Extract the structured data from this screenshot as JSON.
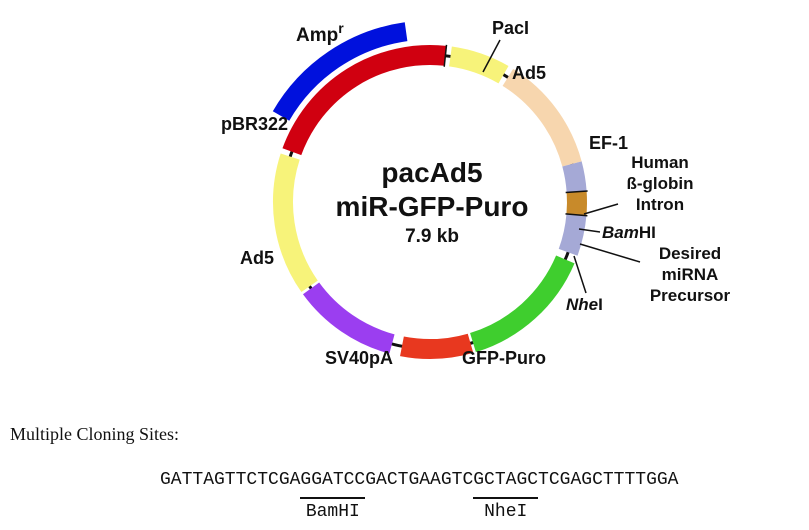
{
  "plasmid": {
    "name_line1": "pacAd5",
    "name_line2": "miR-GFP-Puro",
    "size": "7.9 kb",
    "segments": [
      {
        "name": "Ad5 (3')",
        "start": 8,
        "end": 30,
        "color": "#f7f37a"
      },
      {
        "name": "EF-1",
        "start": 32,
        "end": 75,
        "color": "#f7d6ae"
      },
      {
        "name": "Human β-globin Intron",
        "start": 75,
        "end": 86,
        "color": "#a5a9d6"
      },
      {
        "name": "Desired miRNA Precursor",
        "start": 86,
        "end": 95,
        "color": "#c88a2a"
      },
      {
        "name": "Intron (3')",
        "start": 95,
        "end": 110,
        "color": "#a5a9d6"
      },
      {
        "name": "GFP-Puro",
        "start": 113,
        "end": 163,
        "color": "#3fce2e"
      },
      {
        "name": "Red segment",
        "start": 164,
        "end": 191,
        "color": "#e8381f"
      },
      {
        "name": "SV40pA",
        "start": 195,
        "end": 234,
        "color": "#9b3ef0"
      },
      {
        "name": "Ad5 (5')",
        "start": 235,
        "end": 288,
        "color": "#f7f37a"
      },
      {
        "name": "pBR322",
        "start": 290,
        "end": 366,
        "color": "#d00010"
      }
    ],
    "ampr_arc": {
      "start": 300,
      "end": 352,
      "color": "#0011dd"
    },
    "labels": {
      "ampr_main": "Amp",
      "ampr_sup": "r",
      "paci": "PacI",
      "ad5_top": "Ad5",
      "ef1": "EF-1",
      "intron_1": "Human",
      "intron_2": "ß-globin",
      "intron_3": "Intron",
      "bamhi_italic": "Bam",
      "bamhi_rest": "HI",
      "mirna_1": "Desired",
      "mirna_2": "miRNA",
      "mirna_3": "Precursor",
      "nhei_italic": "Nhe",
      "nhei_rest": "I",
      "gfp": "GFP-Puro",
      "sv40": "SV40pA",
      "ad5_left": "Ad5",
      "pbr": "pBR322"
    }
  },
  "mcs": {
    "title": "Multiple Cloning Sites:",
    "sequence": "GATTAGTTCTCGAGGATCCGACTGAAGTCGCTAGCTCGAGCTTTTGGA",
    "sites": [
      {
        "name": "BamHI",
        "start": 13,
        "length": 6
      },
      {
        "name": "NheI",
        "start": 29,
        "length": 6
      }
    ]
  }
}
